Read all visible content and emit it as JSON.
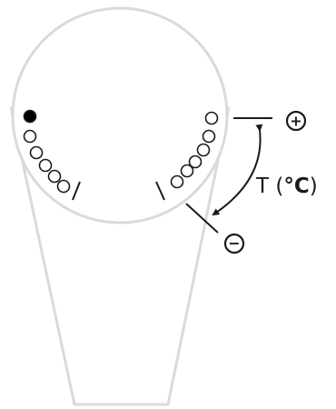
{
  "diagram": {
    "temperature_label": {
      "prefix": "T (",
      "unit": "°C",
      "suffix": ")"
    },
    "plus_symbol": "+",
    "minus_symbol": "−",
    "indicator_dots": {
      "left_arc_total": 6,
      "left_arc_filled_first": 1,
      "right_arc_total": 6
    },
    "colors": {
      "outline": "#dadada",
      "ink": "#1a1a1a",
      "dot_fill_active": "#000000",
      "dot_fill_inactive": "#ffffff"
    }
  }
}
